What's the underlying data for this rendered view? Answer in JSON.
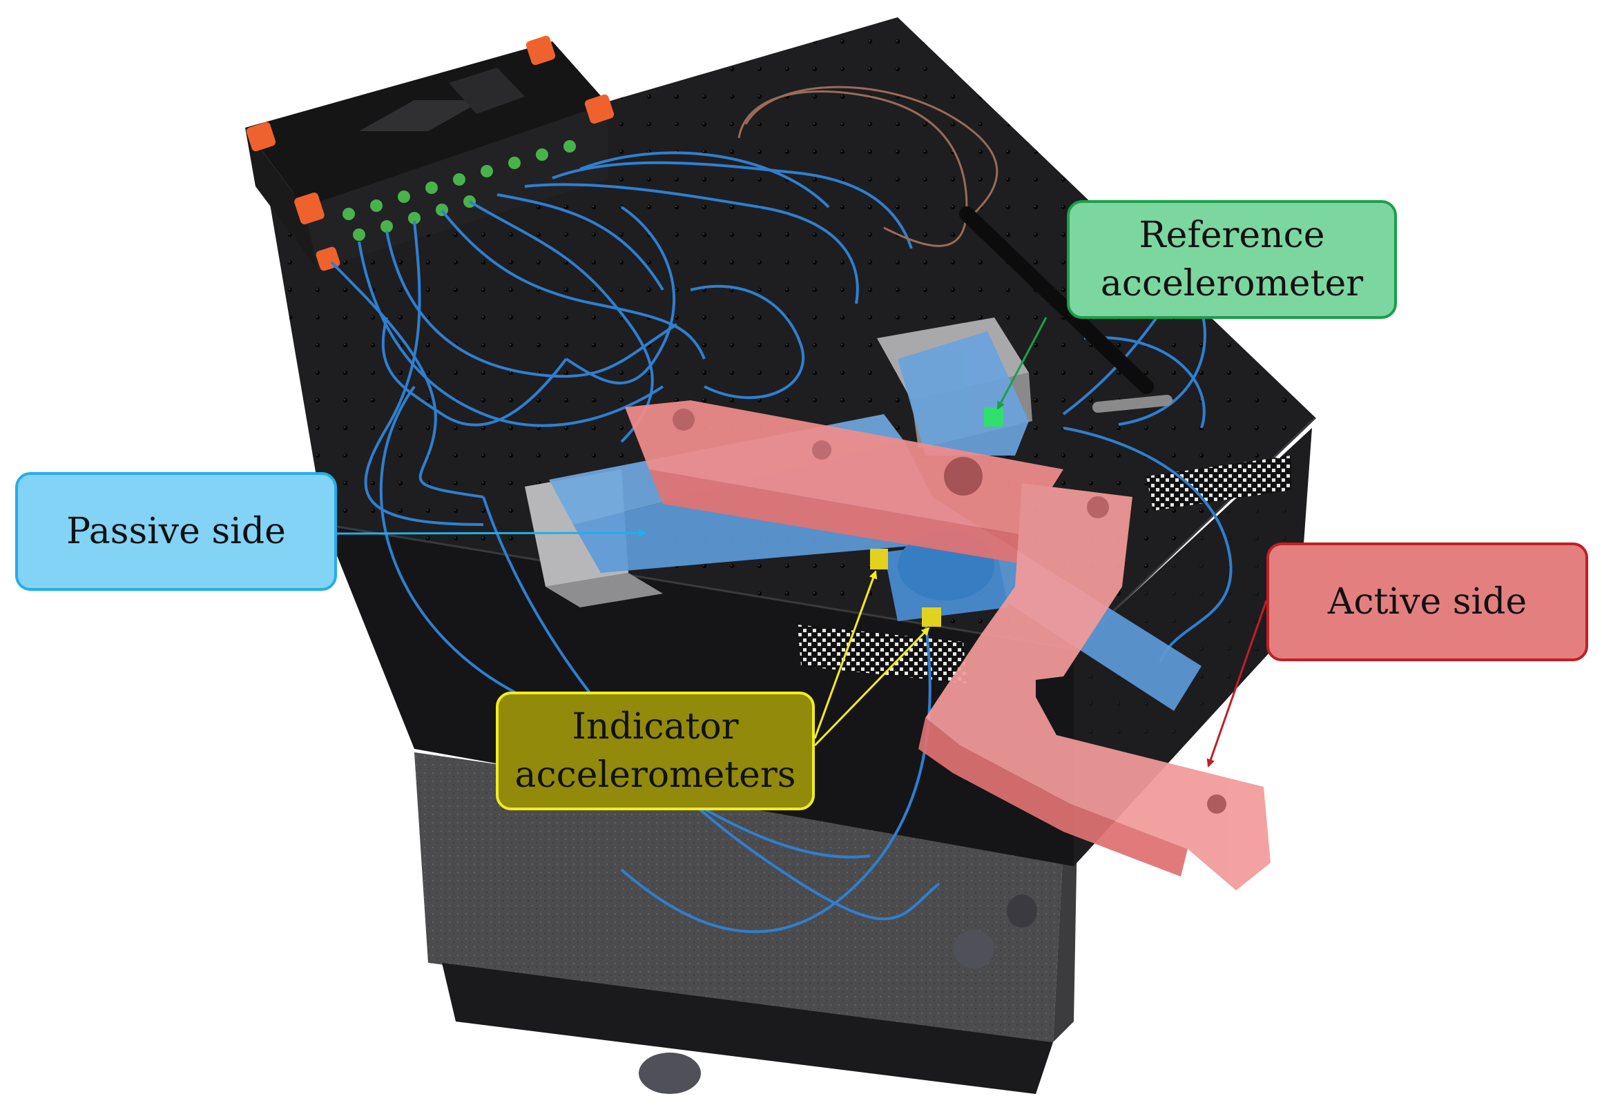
{
  "photo": {
    "subject": "test-rig-photo",
    "colors": {
      "table": "#1b1b1d",
      "table_side": "#262628",
      "granite": "#505052",
      "cable": "#2f7fd0",
      "active_overlay": "#f08c8c",
      "passive_overlay": "#6fa8e0",
      "daq_box": "#1c1c1c",
      "daq_corner": "#f0622d"
    }
  },
  "callouts": {
    "reference": {
      "line1": "Reference",
      "line2": "accelerometer",
      "fill": "#7cd6a0",
      "border": "#1aa04a"
    },
    "passive": {
      "line1": "Passive side",
      "fill": "#82d3f6",
      "border": "#23aee8"
    },
    "active": {
      "line1": "Active side",
      "fill": "#e47f7f",
      "border": "#c01f26"
    },
    "indicator": {
      "line1": "Indicator",
      "line2": "accelerometers",
      "fill": "#918a0a",
      "border": "#f2ec1e"
    }
  }
}
